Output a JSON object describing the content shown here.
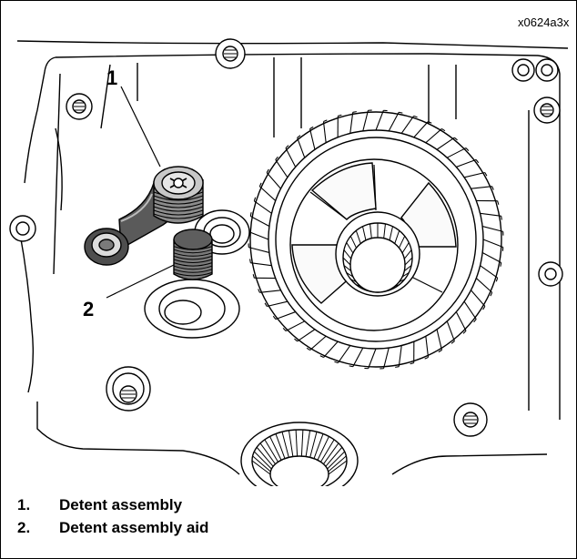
{
  "figure": {
    "image_code": "x0624a3x",
    "callouts": [
      {
        "number": "1"
      },
      {
        "number": "2"
      }
    ]
  },
  "legend": [
    {
      "number": "1.",
      "label": "Detent assembly"
    },
    {
      "number": "2.",
      "label": "Detent assembly aid"
    }
  ],
  "colors": {
    "line": "#000000",
    "metal_dark": "#5a5a5a",
    "metal_mid": "#9a9a9a",
    "metal_light": "#d9d9d9",
    "background": "#ffffff"
  }
}
